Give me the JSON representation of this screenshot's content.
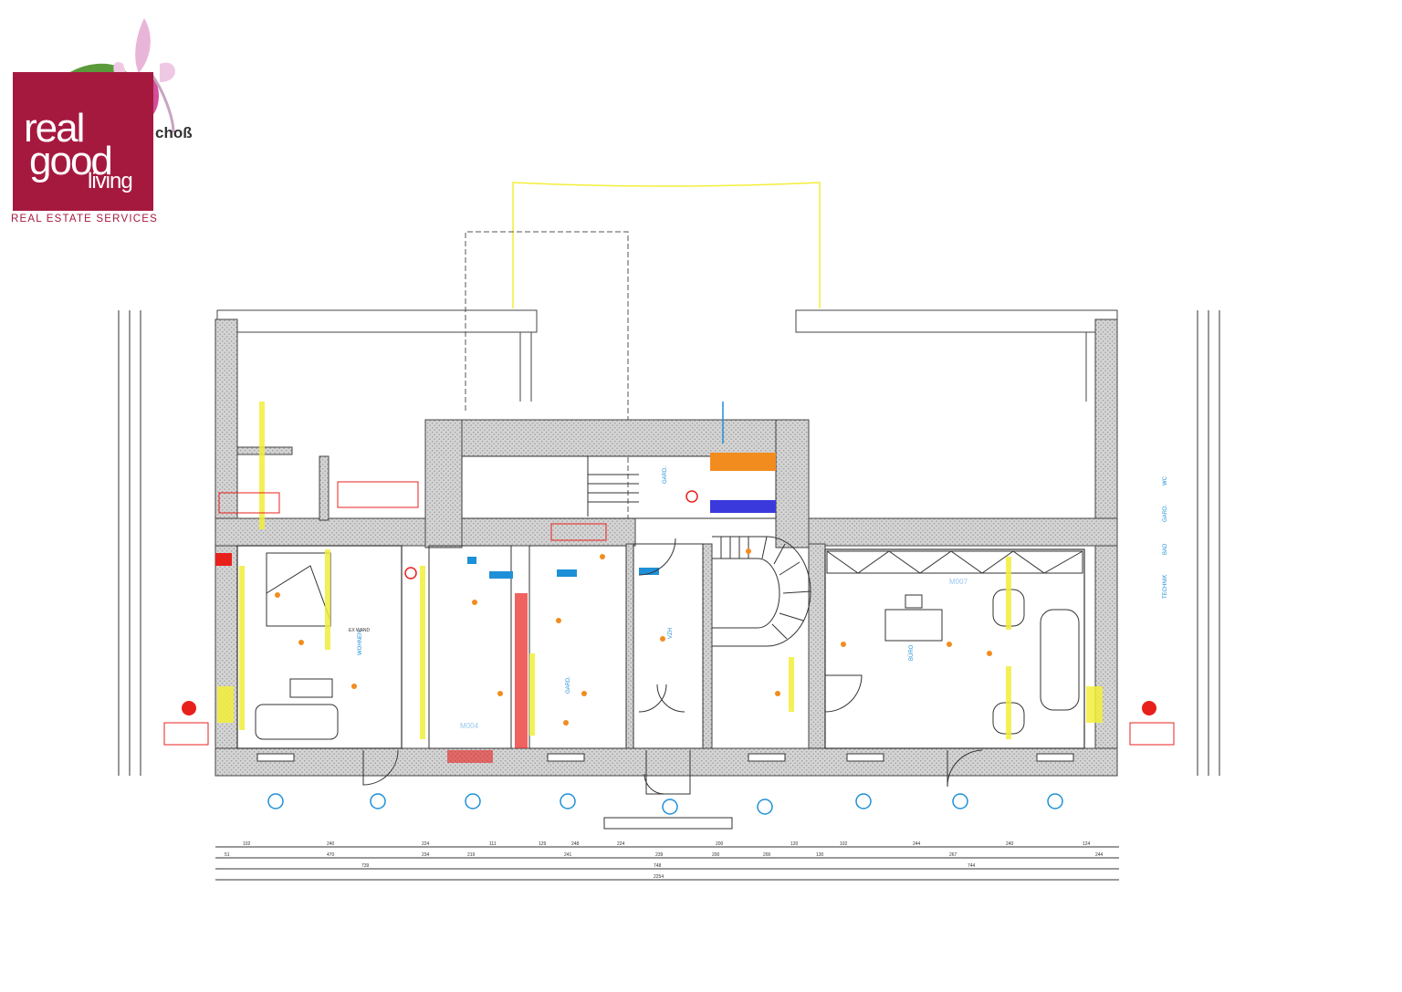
{
  "logo": {
    "line1": "real",
    "line2": "good",
    "line3": "living",
    "tagline": "REAL ESTATE SERVICES",
    "suffix": "choß",
    "brand_color": "#a6193f"
  },
  "plan": {
    "room_labels": [
      {
        "key": "wohnen",
        "text": "WOHNEN"
      },
      {
        "key": "buero",
        "text": "BÜRO"
      },
      {
        "key": "gard",
        "text": "GARD."
      },
      {
        "key": "vzh",
        "text": "VZH"
      },
      {
        "key": "garo",
        "text": "GARD."
      }
    ],
    "side_rooms": [
      "WC",
      "GARD.",
      "BAD",
      "TECHNIK"
    ],
    "unit_labels": [
      "M004",
      "M007"
    ],
    "wall_label": "EX WAND",
    "colors": {
      "wall_hatch": "#c8c8c8",
      "annotation_red": "#e8201c",
      "annotation_blue": "#1e90d8",
      "annotation_orange": "#f28c1e",
      "annotation_yellow": "#f2ee3a",
      "line": "#333333"
    },
    "bottom_dims": {
      "row1": [
        "102",
        "240",
        "224",
        "111",
        "129",
        "248",
        "224",
        "200",
        "120",
        "102",
        "244",
        "240",
        "124"
      ],
      "row2": [
        "51",
        "470",
        "234",
        "219",
        "241",
        "239",
        "200",
        "200",
        "130",
        "267",
        "244"
      ],
      "row3": [
        "739",
        "748",
        "744"
      ],
      "total": "2254"
    }
  }
}
